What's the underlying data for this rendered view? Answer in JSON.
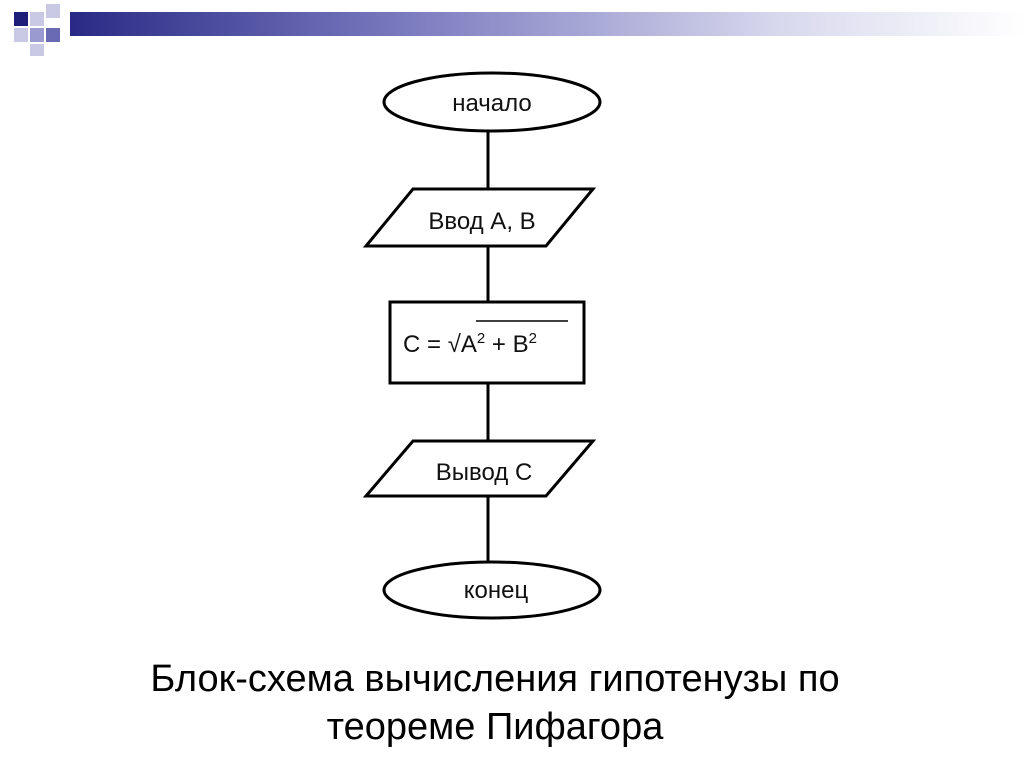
{
  "colors": {
    "accent_dark": "#1f1f7a",
    "accent_mid": "#6a6ab4",
    "accent_light": "#c9c9e6",
    "stroke": "#000000"
  },
  "decoration": {
    "icon": "slide-corner-squares-icon"
  },
  "flowchart": {
    "start": "начало",
    "input": "Ввод А, В",
    "process": {
      "lhs": "С = ",
      "radical": "√",
      "term_a": "А",
      "exp_a": "2",
      "plus": " + В",
      "exp_b": "2"
    },
    "output": "Вывод С",
    "end": "конец"
  },
  "caption": {
    "line1": "Блок-схема вычисления гипотенузы по",
    "line2": "теореме Пифагора"
  }
}
